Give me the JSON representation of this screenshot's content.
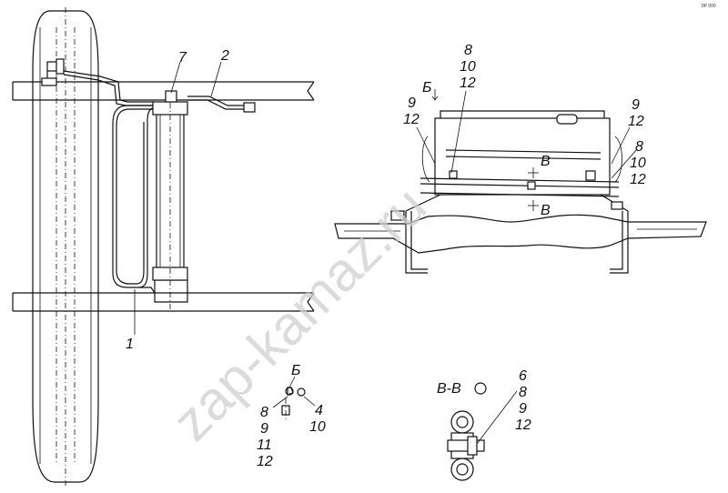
{
  "callouts": {
    "left_7": "7",
    "left_2": "2",
    "left_1": "1",
    "top_8": "8",
    "top_10": "10",
    "top_12": "12",
    "view_b": "Б",
    "left_9": "9",
    "left_12": "12",
    "right_9": "9",
    "right_12": "12",
    "right_8": "8",
    "right_10": "10",
    "right_12b": "12",
    "section_v_top": "В",
    "section_v_bottom": "В",
    "detail_b": "Б",
    "detail_8": "8",
    "detail_9": "9",
    "detail_11": "11",
    "detail_12": "12",
    "detail_4": "4",
    "detail_10": "10",
    "section_title": "В-В",
    "sec_6": "6",
    "sec_8": "8",
    "sec_9": "9",
    "sec_12": "12",
    "corner_ref": "ЭР 000"
  },
  "watermark": "zap-kamaz.ru"
}
